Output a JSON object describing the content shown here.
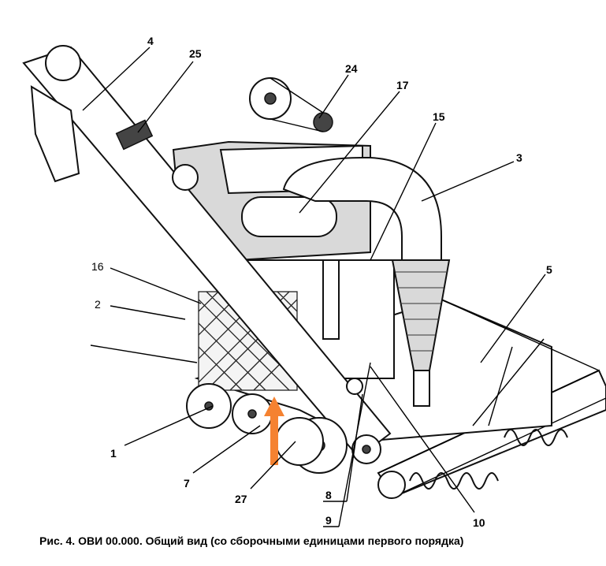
{
  "figure": {
    "caption": "Рис. 4.   ОВИ 00.000.   Общий вид (со сборочными единицами первого порядка)",
    "callouts": [
      "4",
      "25",
      "24",
      "17",
      "15",
      "3",
      "16",
      "2",
      "5",
      "1",
      "7",
      "27",
      "8",
      "9",
      "10"
    ],
    "arrow_color": "#f58231"
  }
}
